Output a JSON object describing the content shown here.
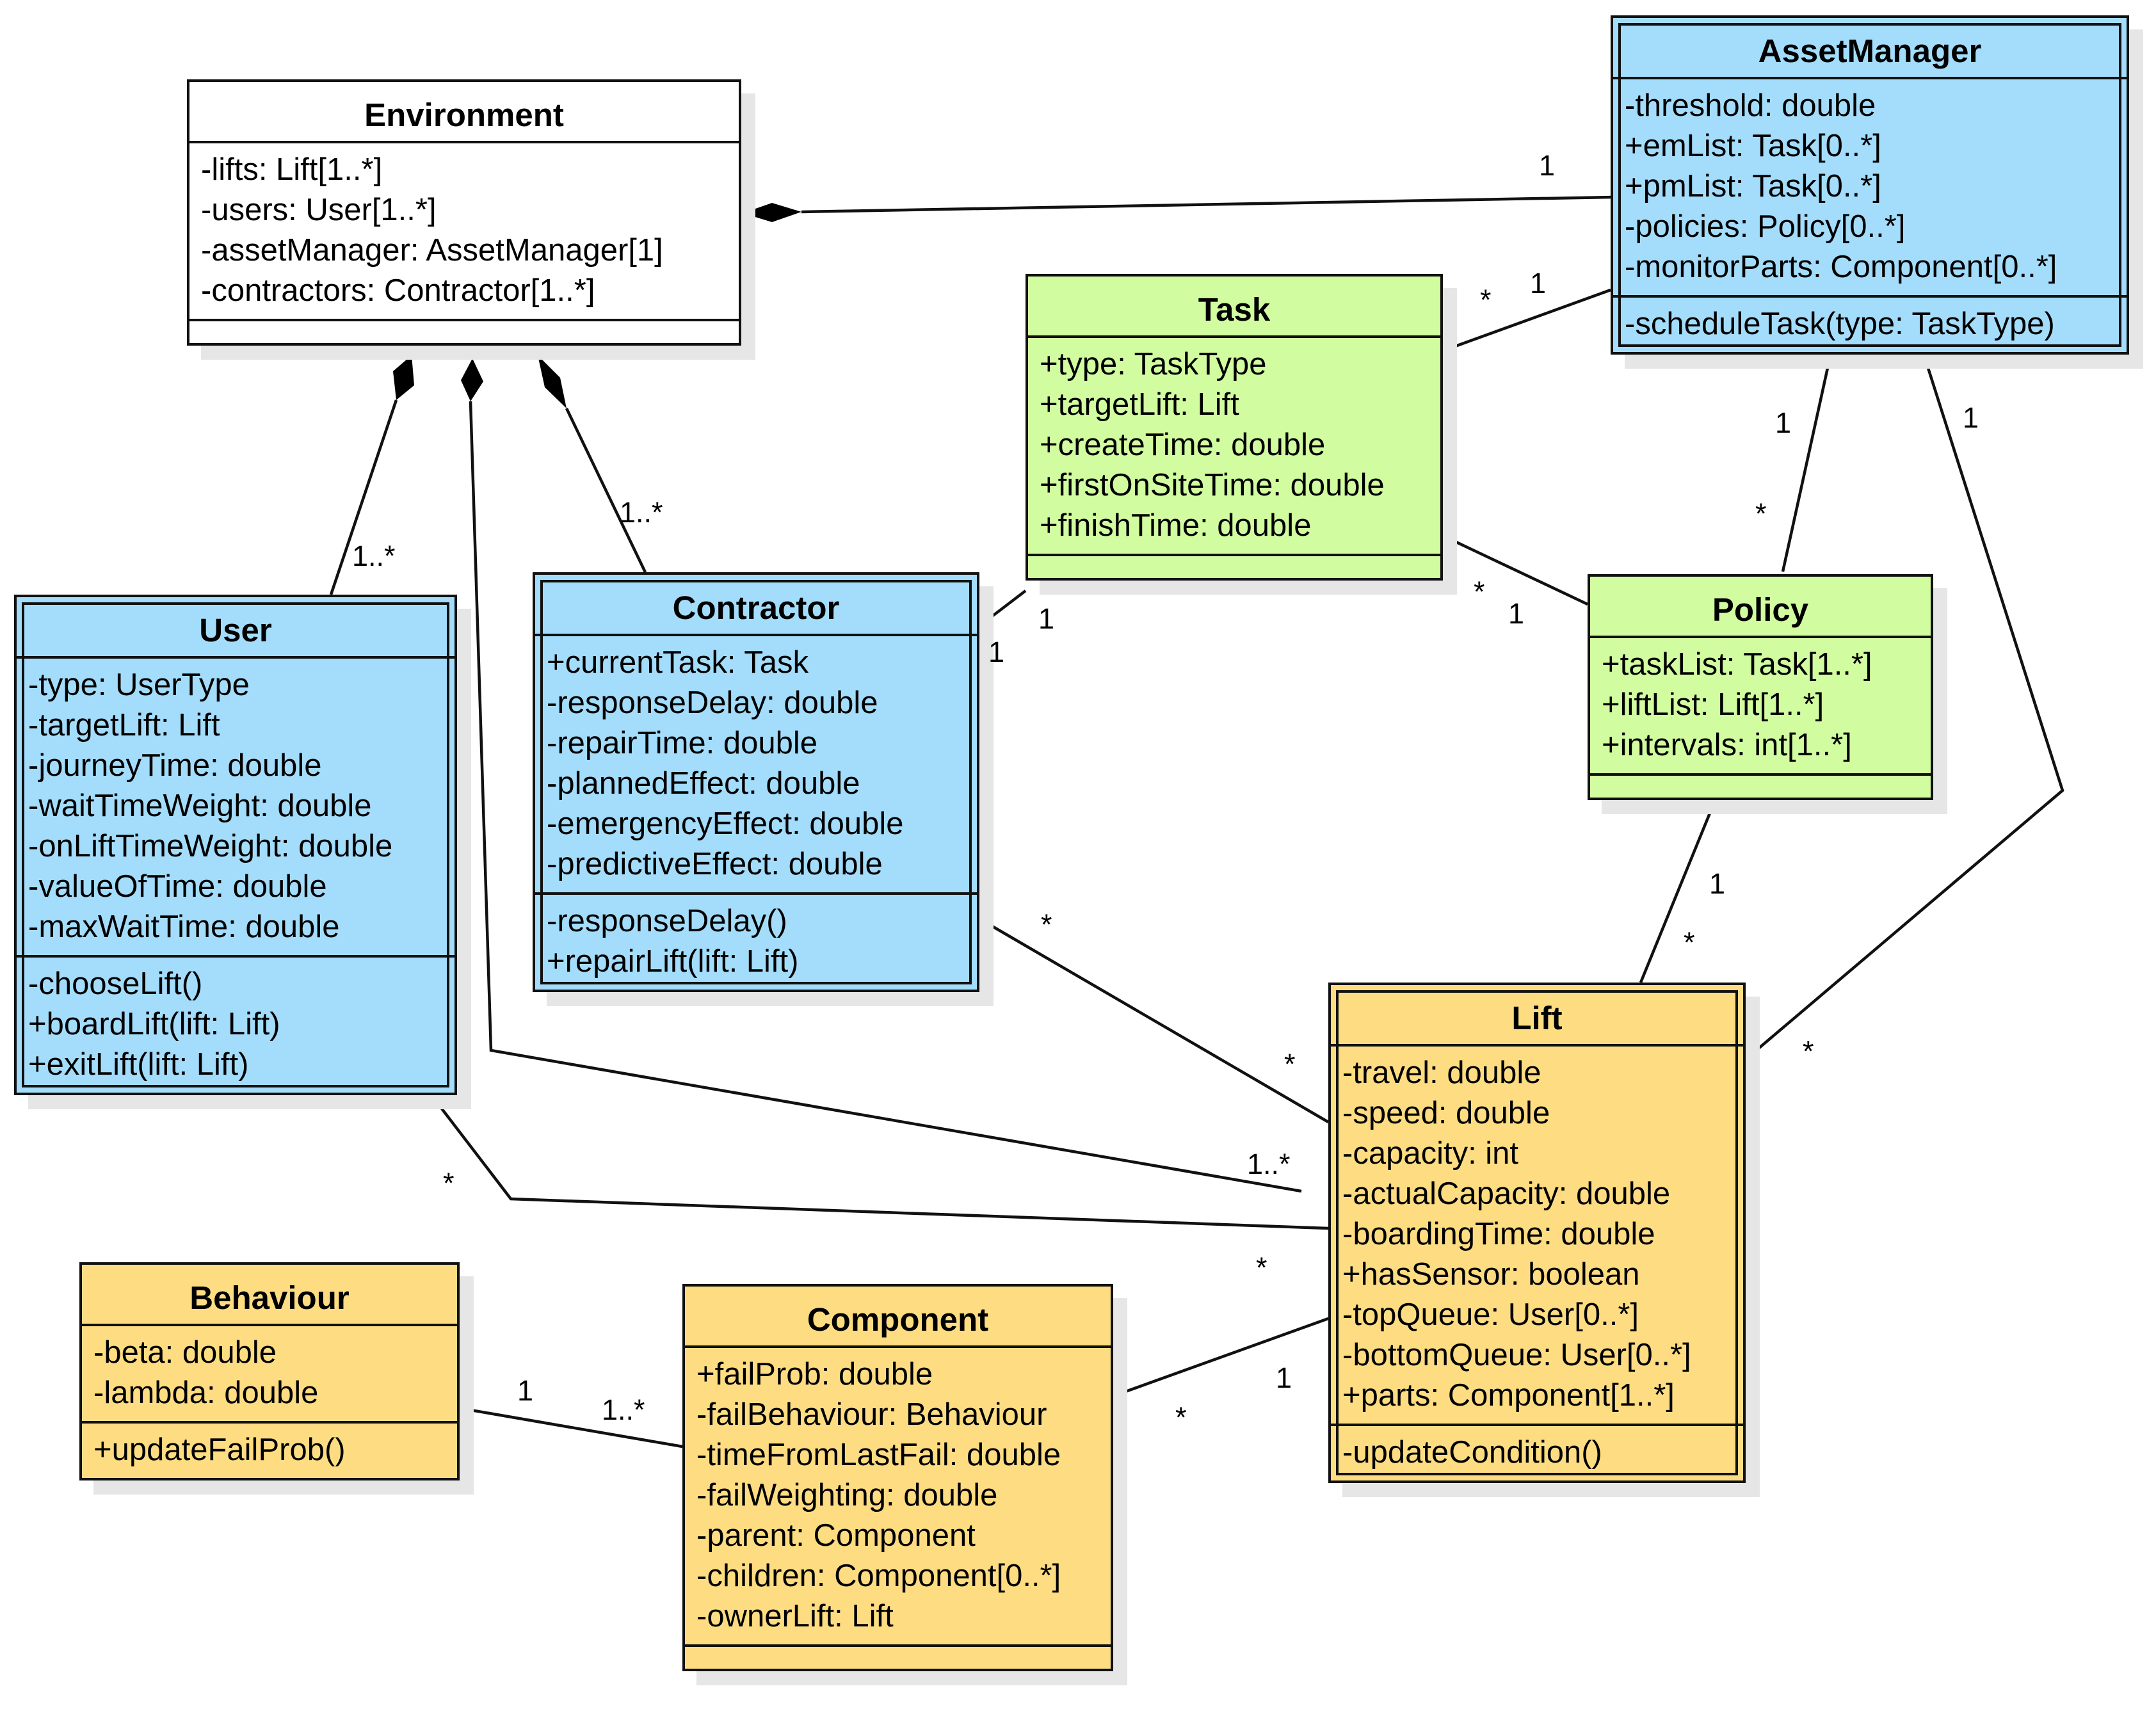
{
  "classes": {
    "environment": {
      "name": "Environment",
      "attributes": [
        "-lifts: Lift[1..*]",
        "-users: User[1..*]",
        "-assetManager: AssetManager[1]",
        "-contractors: Contractor[1..*]"
      ],
      "operations": [],
      "color": "#ffffff"
    },
    "asset_manager": {
      "name": "AssetManager",
      "attributes": [
        "-threshold: double",
        "+emList: Task[0..*]",
        "+pmList: Task[0..*]",
        "-policies: Policy[0..*]",
        "-monitorParts: Component[0..*]"
      ],
      "operations": [
        "-scheduleTask(type: TaskType)"
      ],
      "color": "#a3ddfb"
    },
    "task": {
      "name": "Task",
      "attributes": [
        "+type: TaskType",
        "+targetLift: Lift",
        "+createTime: double",
        "+firstOnSiteTime: double",
        "+finishTime: double"
      ],
      "operations": [],
      "color": "#d2fca0"
    },
    "user": {
      "name": "User",
      "attributes": [
        "-type: UserType",
        "-targetLift: Lift",
        "-journeyTime: double",
        "-waitTimeWeight: double",
        "-onLiftTimeWeight: double",
        "-valueOfTime: double",
        "-maxWaitTime: double"
      ],
      "operations": [
        "-chooseLift()",
        "+boardLift(lift: Lift)",
        "+exitLift(lift: Lift)"
      ],
      "color": "#a3ddfb"
    },
    "contractor": {
      "name": "Contractor",
      "attributes": [
        "+currentTask: Task",
        "-responseDelay: double",
        "-repairTime: double",
        "-plannedEffect: double",
        "-emergencyEffect: double",
        "-predictiveEffect: double"
      ],
      "operations": [
        "-responseDelay()",
        "+repairLift(lift: Lift)"
      ],
      "color": "#a3ddfb"
    },
    "policy": {
      "name": "Policy",
      "attributes": [
        "+taskList: Task[1..*]",
        "+liftList: Lift[1..*]",
        "+intervals: int[1..*]"
      ],
      "operations": [],
      "color": "#d2fca0"
    },
    "lift": {
      "name": "Lift",
      "attributes": [
        "-travel: double",
        "-speed: double",
        "-capacity: int",
        "-actualCapacity: double",
        "-boardingTime: double",
        "+hasSensor: boolean",
        "-topQueue: User[0..*]",
        "-bottomQueue: User[0..*]",
        "+parts: Component[1..*]"
      ],
      "operations": [
        "-updateCondition()"
      ],
      "color": "#fedd82"
    },
    "behaviour": {
      "name": "Behaviour",
      "attributes": [
        "-beta: double",
        "-lambda: double"
      ],
      "operations": [
        "+updateFailProb()"
      ],
      "color": "#fedd82"
    },
    "component": {
      "name": "Component",
      "attributes": [
        "+failProb: double",
        "-failBehaviour: Behaviour",
        "-timeFromLastFail: double",
        "-failWeighting: double",
        "-parent: Component",
        "-children: Component[0..*]",
        "-ownerLift: Lift"
      ],
      "operations": [],
      "color": "#fedd82"
    }
  },
  "multiplicities": {
    "env_am": "1",
    "task_am_star": "*",
    "task_am_one": "1",
    "env_user": "1..*",
    "env_contractor": "1..*",
    "am_policy_one": "1",
    "am_policy_star": "*",
    "am_lift_one": "1",
    "am_lift_star": "*",
    "task_contractor_a": "1",
    "task_contractor_b": "1",
    "task_policy_star": "*",
    "task_policy_one": "1",
    "policy_lift_one": "1",
    "policy_lift_star": "*",
    "contractor_lift_a": "*",
    "contractor_lift_b": "*",
    "env_lift": "1..*",
    "user_lift_a": "*",
    "user_lift_b": "*",
    "lift_component_one": "1",
    "lift_component_star": "*",
    "behaviour_component_one": "1",
    "behaviour_component_many": "1..*"
  }
}
